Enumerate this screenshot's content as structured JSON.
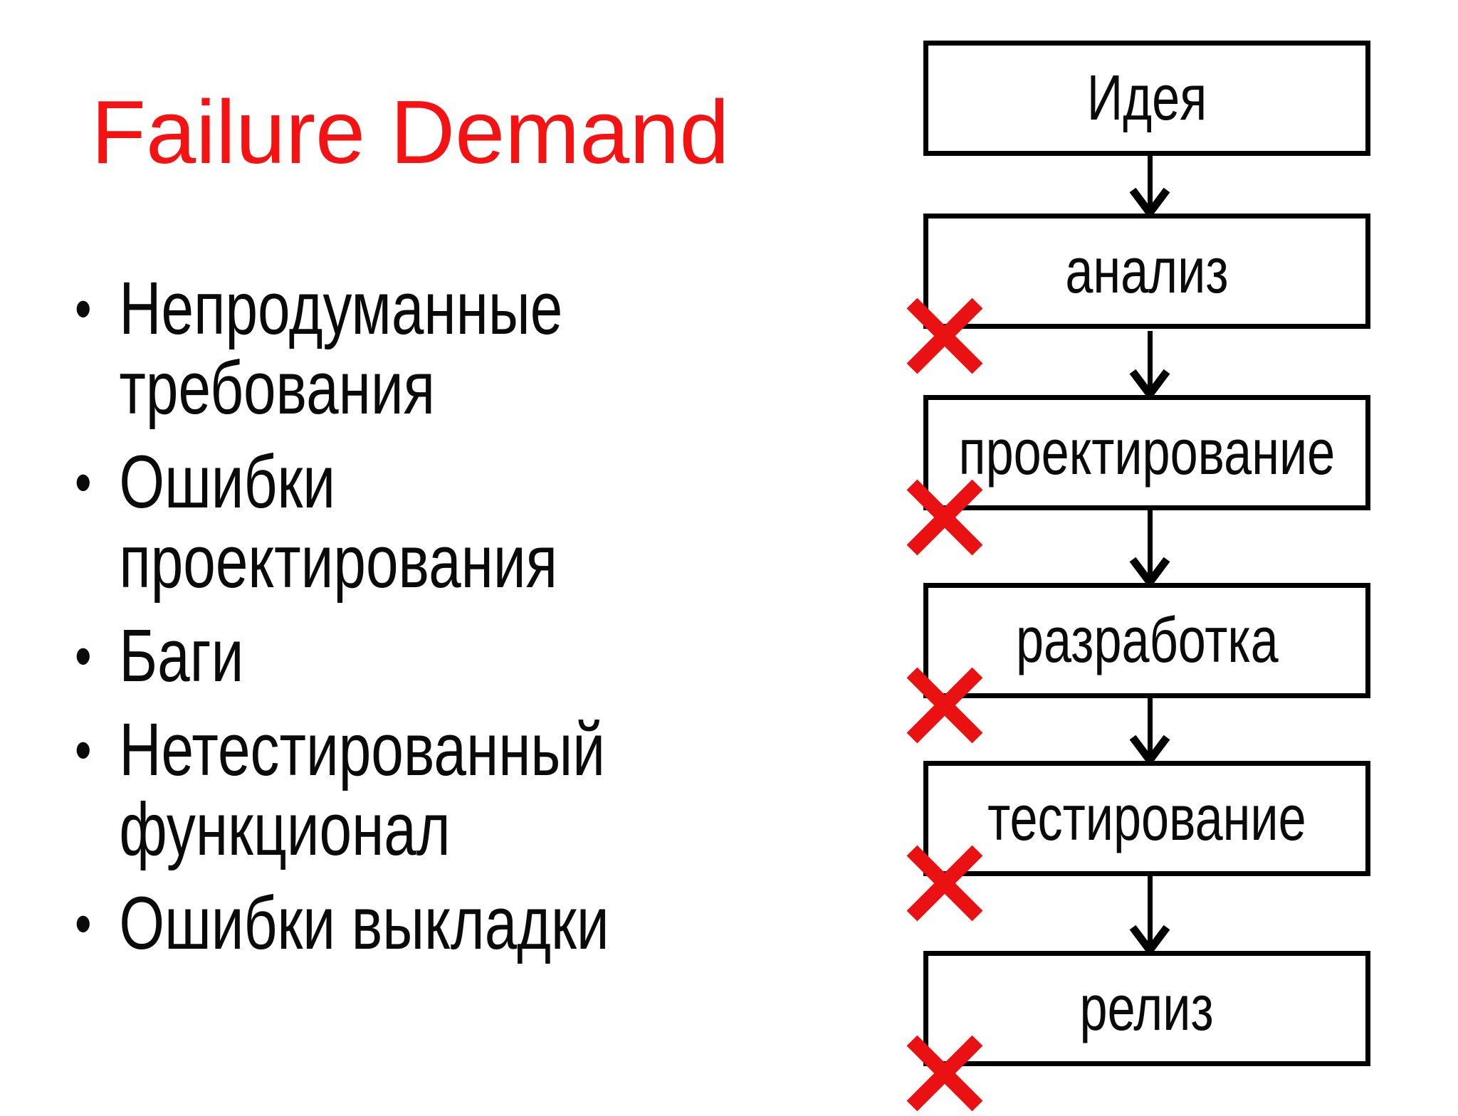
{
  "slide": {
    "title": "Failure Demand",
    "title_color": "#f51212",
    "bullet_char": "•",
    "bullets": [
      "Непродуманные требования",
      "Ошибки проектирования",
      "Баги",
      "Нетестированный функционал",
      "Ошибки выкладки"
    ],
    "flowchart": {
      "steps": [
        {
          "label": "Идея",
          "crossed": false
        },
        {
          "label": "анализ",
          "crossed": true
        },
        {
          "label": "проектирование",
          "crossed": true
        },
        {
          "label": "разработка",
          "crossed": true
        },
        {
          "label": "тестирование",
          "crossed": true
        },
        {
          "label": "релиз",
          "crossed": true
        }
      ],
      "box_border_color": "#000000",
      "connector_icon": "arrow-down-icon",
      "cross_icon": "x-mark-icon",
      "cross_color": "#e91111"
    }
  }
}
